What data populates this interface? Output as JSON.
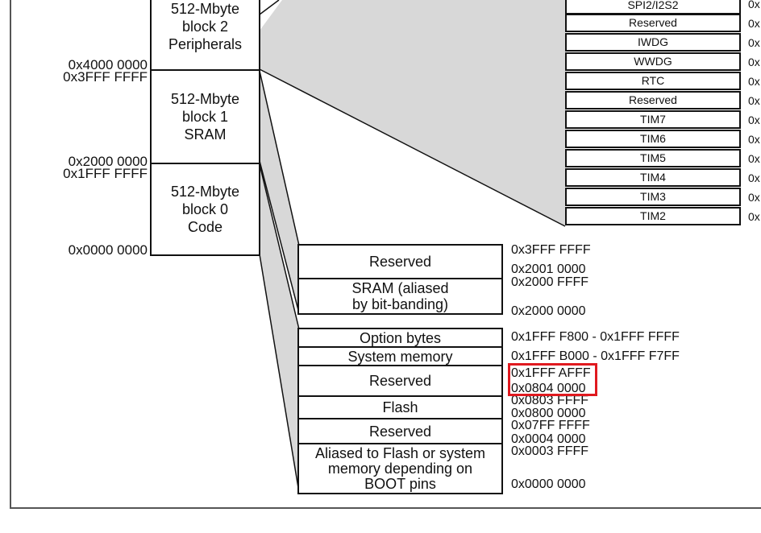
{
  "memory_map": {
    "blocks": [
      {
        "label": "512-Mbyte\nblock 2\nPeripherals"
      },
      {
        "label": "512-Mbyte\nblock 1\nSRAM"
      },
      {
        "label": "512-Mbyte\nblock 0\nCode"
      }
    ],
    "left_addresses": {
      "a4000": "0x4000 0000",
      "a3fff": "0x3FFF FFFF",
      "a2000": "0x2000 0000",
      "a1fff": "0x1FFF FFFF",
      "a0000": "0x0000 0000"
    }
  },
  "peripherals": {
    "cells": [
      "SPI2/I2S2",
      "Reserved",
      "IWDG",
      "WWDG",
      "RTC",
      "Reserved",
      "TIM7",
      "TIM6",
      "TIM5",
      "TIM4",
      "TIM3",
      "TIM2"
    ],
    "clipped_prefix": "0x"
  },
  "sram_region": {
    "cells": [
      "Reserved",
      "SRAM (aliased\nby bit-banding)"
    ],
    "addresses": [
      "0x3FFF FFFF",
      "0x2001 0000",
      "0x2000 FFFF",
      "0x2000 0000"
    ]
  },
  "code_region": {
    "cells": [
      "Option bytes",
      "System memory",
      "Reserved",
      "Flash",
      "Reserved",
      "Aliased to Flash or system\nmemory depending on\nBOOT pins"
    ],
    "addresses": [
      "0x1FFF F800 - 0x1FFF FFFF",
      "0x1FFF B000 - 0x1FFF F7FF",
      "0x1FFF AFFF",
      "0x0804 0000",
      "0x0803 FFFF",
      "0x0800 0000",
      "0x07FF FFFF",
      "0x0004 0000",
      "0x0003 FFFF",
      "0x0000 0000"
    ]
  },
  "highlight_color": "#e0191f"
}
